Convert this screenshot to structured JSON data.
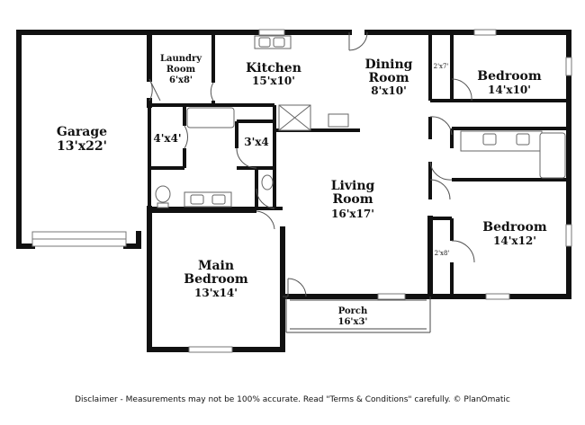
{
  "rooms": {
    "garage": {
      "name": "Garage",
      "size": "13'x22'"
    },
    "laundry": {
      "name_line1": "Laundry",
      "name_line2": "Room",
      "size": "6'x8'"
    },
    "kitchen": {
      "name": "Kitchen",
      "size": "15'x10'"
    },
    "dining": {
      "name_line1": "Dining",
      "name_line2": "Room",
      "size": "8'x10'"
    },
    "bedroom_top": {
      "name": "Bedroom",
      "size": "14'x10'"
    },
    "bedroom_bottom": {
      "name": "Bedroom",
      "size": "14'x12'"
    },
    "closet_a": {
      "size": "4'x4'"
    },
    "closet_b": {
      "size": "3'x4"
    },
    "living": {
      "name_line1": "Living",
      "name_line2": "Room",
      "size": "16'x17'"
    },
    "main_bedroom": {
      "name_line1": "Main",
      "name_line2": "Bedroom",
      "size": "13'x14'"
    },
    "porch": {
      "name": "Porch",
      "size": "16'x3'"
    },
    "closet_top_right": {
      "size": "2'x7'"
    },
    "closet_bottom_right": {
      "size": "2'x8'"
    }
  },
  "disclaimer": "Disclaimer - Measurements may not be 100% accurate. Read \"Terms & Conditions\" carefully. © PlanOmatic"
}
